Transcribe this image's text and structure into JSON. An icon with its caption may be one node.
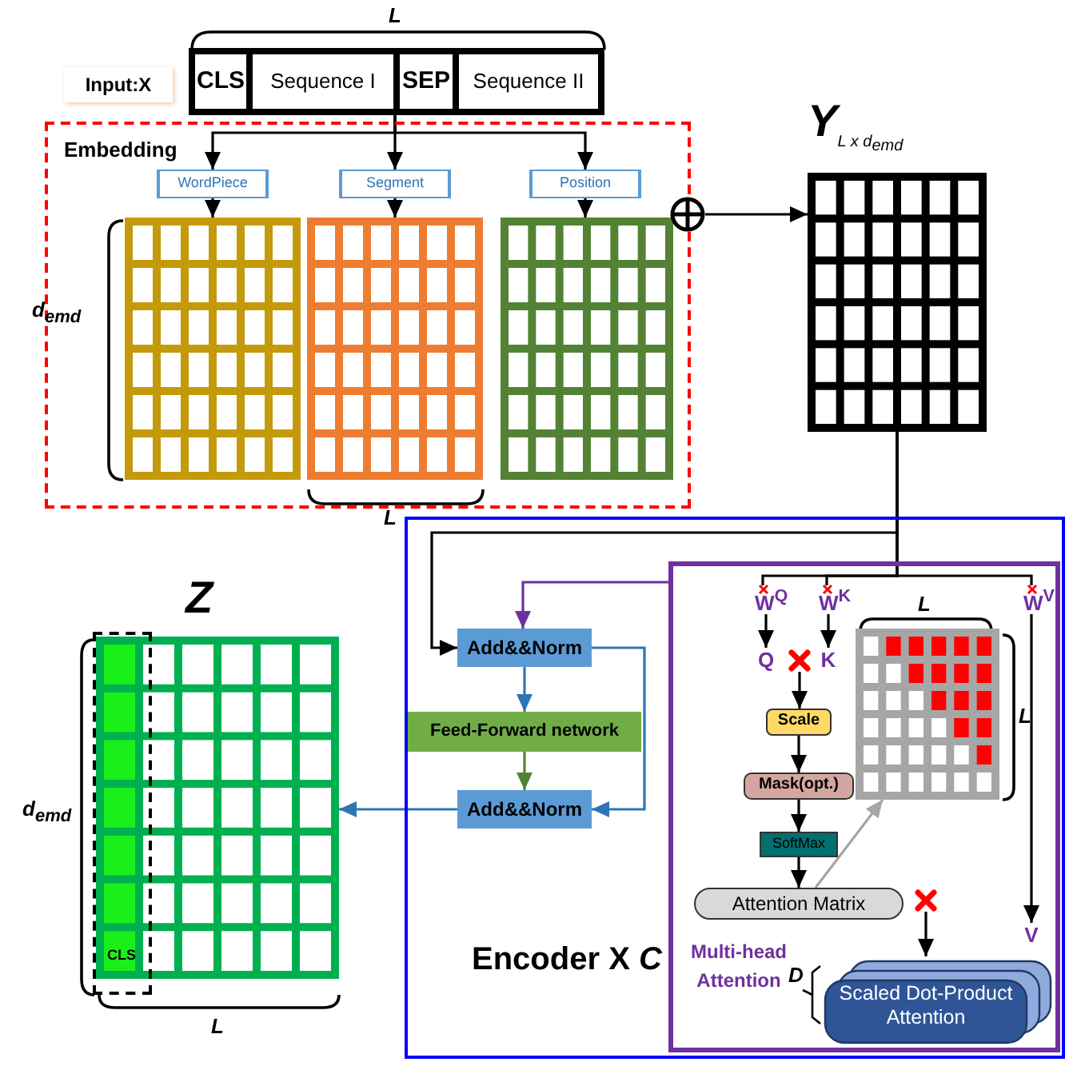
{
  "diagram": {
    "nodes": [
      {
        "text": [],
        "shape": "bar"
      },
      {
        "text": [
          "CLS"
        ],
        "in": 0
      },
      {
        "text": [
          "Sequence I"
        ],
        "in": 0
      },
      {
        "text": [
          "SEP"
        ],
        "in": 0
      },
      {
        "text": [
          "Sequence II"
        ],
        "in": 0
      },
      {
        "text": [
          "Embedding"
        ]
      },
      {
        "text": [
          "WordPiece"
        ],
        "in": 5
      },
      {
        "text": [
          "Segment"
        ],
        "in": 5
      },
      {
        "text": [
          "Position"
        ],
        "in": 5
      },
      {
        "text": [],
        "shape": "grid",
        "in": 5
      },
      {
        "text": [],
        "shape": "grid",
        "in": 5
      },
      {
        "text": [],
        "shape": "grid",
        "in": 5
      },
      {
        "text": [],
        "shape": "circle"
      },
      {
        "text": [
          "Y$_{L x d}$$_{emd}$"
        ]
      },
      {
        "text": [
          "Encoder X *C*"
        ]
      },
      {
        "text": [
          "Add&&Norm"
        ],
        "in": 14
      },
      {
        "text": [
          "Feed-Forward network"
        ],
        "in": 14
      },
      {
        "text": [
          "Add&&Norm"
        ],
        "in": 14
      },
      {
        "text": [
          "Multi-head Attention"
        ],
        "in": 14
      },
      {
        "text": [
          "W$^{Q}$"
        ],
        "in": 18
      },
      {
        "text": [
          "W$^{K}$"
        ],
        "in": 18
      },
      {
        "text": [
          "W$^{V}$"
        ],
        "in": 18
      },
      {
        "text": [
          "Q"
        ],
        "in": 18
      },
      {
        "text": [
          "K"
        ],
        "in": 18
      },
      {
        "text": [
          "Scale"
        ],
        "in": 18
      },
      {
        "text": [
          "Mask(opt.)"
        ],
        "in": 18
      },
      {
        "text": [
          "SoftMax"
        ],
        "in": 18
      },
      {
        "text": [
          "Attention Matrix"
        ],
        "in": 18
      },
      {
        "text": [],
        "shape": "grid",
        "in": 18
      },
      {
        "text": [
          "V"
        ],
        "in": 18
      },
      {
        "text": [
          "Scaled Dot-Product Attention"
        ],
        "beside": [
          "D"
        ],
        "in": 18
      },
      {
        "text": [
          "Z"
        ]
      },
      {
        "text": [
          "CLS"
        ],
        "in": 31
      },
      {
        "text": [],
        "shape": "cross",
        "in": 18
      },
      {
        "text": [],
        "shape": "cross",
        "in": 18
      }
    ],
    "edges": [
      {
        "from": 0,
        "to": 6,
        "arrow": "to"
      },
      {
        "from": 0,
        "to": 7,
        "arrow": "to"
      },
      {
        "from": 0,
        "to": 8,
        "arrow": "to"
      },
      {
        "from": 6,
        "to": 9,
        "arrow": "to"
      },
      {
        "from": 7,
        "to": 10,
        "arrow": "to"
      },
      {
        "from": 8,
        "to": 11,
        "arrow": "to"
      },
      {
        "from": 12,
        "to": 13,
        "arrow": "to"
      },
      {
        "from": 13,
        "to": 15,
        "arrow": "to"
      },
      {
        "from": 13,
        "to": 19,
        "arrow": "none"
      },
      {
        "from": 13,
        "to": 20,
        "arrow": "none"
      },
      {
        "from": 13,
        "to": 21,
        "arrow": "none"
      },
      {
        "from": 18,
        "to": 15,
        "arrow": "to",
        "color": "#7030a0"
      },
      {
        "from": 19,
        "to": 22,
        "arrow": "to"
      },
      {
        "from": 20,
        "to": 23,
        "arrow": "to"
      },
      {
        "from": 33,
        "to": 24,
        "arrow": "to"
      },
      {
        "from": 24,
        "to": 25,
        "arrow": "to"
      },
      {
        "from": 25,
        "to": 26,
        "arrow": "to"
      },
      {
        "from": 26,
        "to": 27,
        "arrow": "to"
      },
      {
        "from": 27,
        "to": 28,
        "arrow": "to",
        "color": "#a6a6a6"
      },
      {
        "from": 21,
        "to": 29,
        "arrow": "to"
      },
      {
        "from": 34,
        "to": 30,
        "arrow": "to"
      },
      {
        "from": 15,
        "to": 16,
        "arrow": "to",
        "color": "#2e75b6"
      },
      {
        "from": 16,
        "to": 17,
        "arrow": "to",
        "color": "#548235"
      },
      {
        "from": 15,
        "to": 17,
        "arrow": "to",
        "color": "#2e75b6"
      },
      {
        "from": 17,
        "to": 31,
        "arrow": "to",
        "color": "#2e75b6"
      }
    ],
    "labels": [
      "L",
      "Input:X",
      "d$_{emd}$",
      "L",
      "L",
      "L",
      "d$_{emd}$",
      "L"
    ]
  }
}
